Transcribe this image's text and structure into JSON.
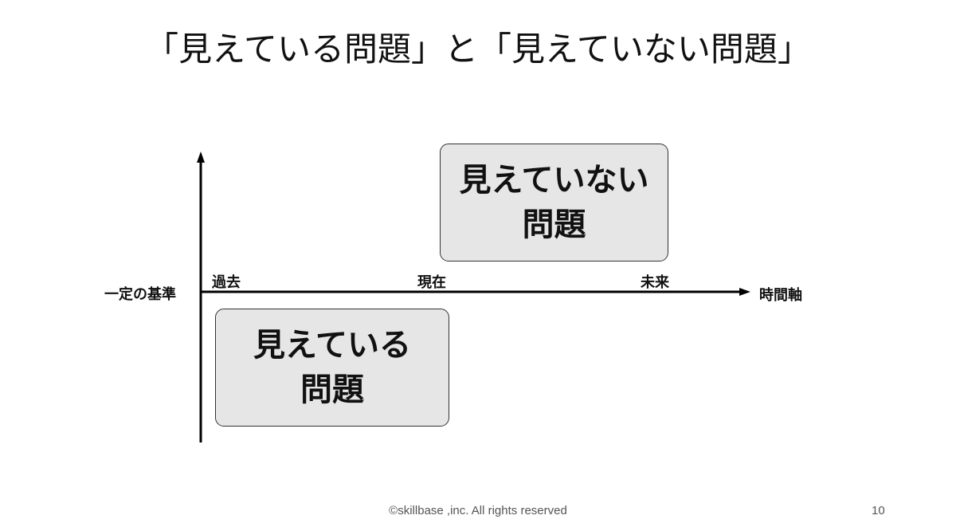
{
  "title": "「見えている問題」と「見えていない問題」",
  "axes": {
    "y_label": "一定の基準",
    "x_label": "時間軸",
    "ticks": [
      "過去",
      "現在",
      "未来"
    ]
  },
  "boxes": {
    "invisible": {
      "line1": "見えていない",
      "line2": "問題"
    },
    "visible": {
      "line1": "見えている",
      "line2": "問題"
    }
  },
  "footer": {
    "copyright": "©skillbase ,inc. All rights reserved",
    "page_number": "10"
  },
  "colors": {
    "box_fill": "#e6e6e6",
    "axis": "#000000"
  }
}
